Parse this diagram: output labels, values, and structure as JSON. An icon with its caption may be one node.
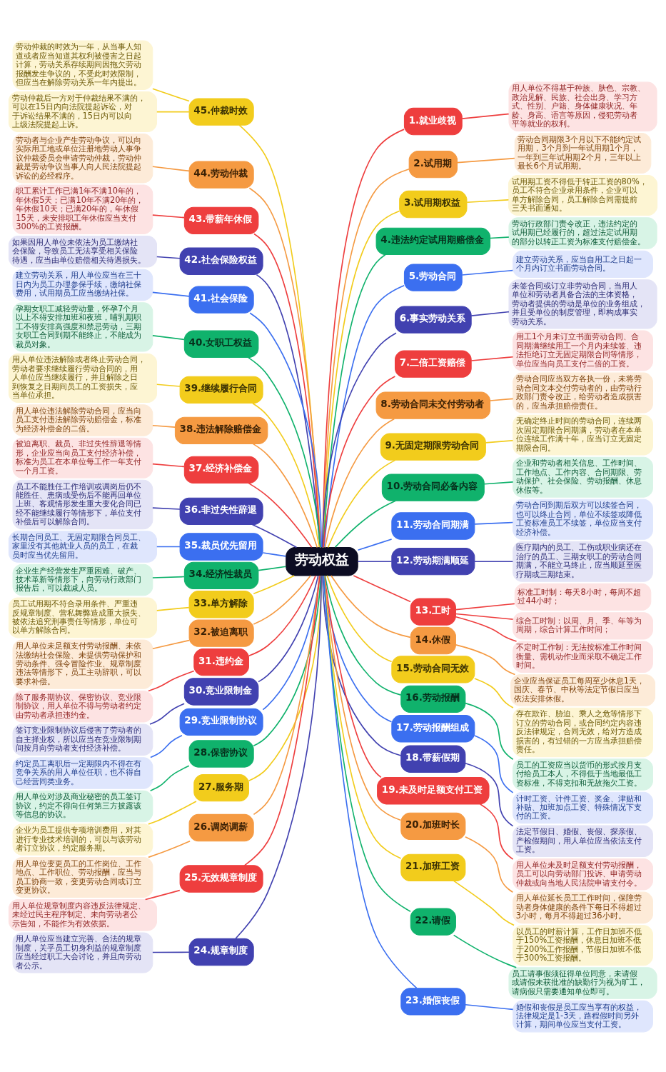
{
  "diagram": {
    "nodes": [
      {
        "text": [
          "劳动权益"
        ]
      },
      {
        "text": [
          "1.就业歧视"
        ]
      },
      {
        "text": [
          "用人单位不得基于种族、肤色、宗教、政治见解、民族、社会出身、学习方式、性别、户籍、身体健康状况、年龄、身高、语言等原因，侵犯劳动者平等就业的权利。"
        ]
      },
      {
        "text": [
          "2.试用期"
        ]
      },
      {
        "text": [
          "劳动合同期限3个月以下不能约定试用期，3个月到一年试用期1个月，一年到三年试用期2个月，三年以上最长6个月试用期。"
        ]
      },
      {
        "text": [
          "3.试用期权益"
        ]
      },
      {
        "text": [
          "试用期工资不得低于转正工资的80%，员工不符合企业录用条件，企业可以单方解除合同，员工解除合同需提前三天书面通知。"
        ]
      },
      {
        "text": [
          "4.违法约定试用期赔偿金"
        ]
      },
      {
        "text": [
          "劳动行政部门责令改正，违法约定的试用期已经履行的，超过法定试用期的部分以转正工资为标准支付赔偿金。"
        ]
      },
      {
        "text": [
          "5.劳动合同"
        ]
      },
      {
        "text": [
          "建立劳动关系，应当自用工之日起一个月内订立书面劳动合同。"
        ]
      },
      {
        "text": [
          "6.事实劳动关系"
        ]
      },
      {
        "text": [
          "未签合同或订立非劳动合同，当用人单位和劳动者具备合法的主体资格，劳动者提供的劳动是单位的业务组成，并且受单位的制度管理，即构成事实劳动关系。"
        ]
      },
      {
        "text": [
          "7.二倍工资赔偿"
        ]
      },
      {
        "text": [
          "用工1个月未订立书面劳动合同、合同期满继续用工一个月内未续签、违法拒绝订立无固定期限合同等情形，单位应当向员工支付二倍的工资。"
        ]
      },
      {
        "text": [
          "8.劳动合同未交付劳动者"
        ]
      },
      {
        "text": [
          "劳动合同应当双方各执一份，未将劳动合同文本交付劳动者的，由劳动行政部门责令改正，给劳动者造成损害的，应当承担赔偿责任。"
        ]
      },
      {
        "text": [
          "9.无固定期限劳动合同"
        ]
      },
      {
        "text": [
          "无确定终止时间的劳动合同，连续两次固定期限合同期满，劳动者在本单位连续工作满十年，应当订立无固定期限合同。"
        ]
      },
      {
        "text": [
          "10.劳动合同必备内容"
        ]
      },
      {
        "text": [
          "企业和劳动者相关信息、工作时间、工作地点、工作内容、合同期限、劳动保护、社会保险、劳动报酬、休息休假等。"
        ]
      },
      {
        "text": [
          "11.劳动合同期满"
        ]
      },
      {
        "text": [
          "劳动合同到期后双方可以续签合同，也可以终止合同，单位不续签或降低工资标准员工不续签，单位应当支付经济补偿。"
        ]
      },
      {
        "text": [
          "12.劳动期满顺延"
        ]
      },
      {
        "text": [
          "医疗期内的员工、工伤或职业病还在治疗的员工、三期女职工的劳动合同期满，不能立马终止，应当顺延至医疗期或三期结束。"
        ]
      },
      {
        "text": [
          "13.工时"
        ]
      },
      {
        "text": [
          "标准工时制：每天8小时，每周不超过44小时；"
        ]
      },
      {
        "text": [
          "综合工时制：以周、月、季、年等为周期，综合计算工作时间；"
        ]
      },
      {
        "text": [
          "不定时工作制：无法按标准工作时间衡量、需机动作业而采取不确定工作时间。"
        ]
      },
      {
        "text": [
          "14.休假"
        ]
      },
      {
        "text": [
          "企业应当保证员工每周至少休息1天，国庆、春节、中秋等法定节假日应当依法安排休假。"
        ]
      },
      {
        "text": [
          "15.劳动合同无效"
        ]
      },
      {
        "text": [
          "存在欺诈、胁迫、乘人之危等情形下订立的劳动合同，或合同约定内容违反法律规定，合同无效，给对方造成损害的，有过错的一方应当承担赔偿责任。"
        ]
      },
      {
        "text": [
          "16.劳动报酬"
        ]
      },
      {
        "text": [
          "员工的工资应当以货币的形式按月支付给员工本人，不得低于当地最低工资标准，不得克扣和无故拖欠工资。"
        ]
      },
      {
        "text": [
          "17.劳动报酬组成"
        ]
      },
      {
        "text": [
          "计时工资、计件工资、奖金、津贴和补贴、加班加点工资、特殊情况下支付的工资。"
        ]
      },
      {
        "text": [
          "18.带薪假期"
        ]
      },
      {
        "text": [
          "法定节假日、婚假、丧假、探亲假、产检假期间，用人单位应当依法支付工资。"
        ]
      },
      {
        "text": [
          "19.未及时足额支付工资"
        ]
      },
      {
        "text": [
          "用人单位未及时足额支付劳动报酬，员工可以向劳动部门投诉、申请劳动仲裁或向当地人民法院申请支付令。"
        ]
      },
      {
        "text": [
          "20.加班时长"
        ]
      },
      {
        "text": [
          "用人单位延长员工工作时间，保障劳动者身体健康的条件下每日不得超过3小时，每月不得超过36小时。"
        ]
      },
      {
        "text": [
          "21.加班工资"
        ]
      },
      {
        "text": [
          "以员工的时薪计算，工作日加班不低于150%工资报酬，休息日加班不低于200%工作报酬，节假日加班不低于300%工资报酬。"
        ]
      },
      {
        "text": [
          "22.请假"
        ]
      },
      {
        "text": [
          "员工请事假须征得单位同意，未请假或请假未获批准的缺勤行为视为旷工，请病假只需要通知单位即可。"
        ]
      },
      {
        "text": [
          "23.婚假丧假"
        ]
      },
      {
        "text": [
          "婚假和丧假是员工应当享有的权益，法律规定是1-3天，路程假时间另外计算，期间单位应当支付工资。"
        ]
      },
      {
        "text": [
          "24.规章制度"
        ]
      },
      {
        "text": [
          "用人单位应当建立完善、合法的规章制度，关乎员工切身利益的规章制度应当经过职工大会讨论，并且向劳动者公示。"
        ]
      },
      {
        "text": [
          "25.无效规章制度"
        ]
      },
      {
        "text": [
          "用人单位规章制度内容违反法律规定、未经过民主程序制定、未向劳动者公示告知，不能作为有效依据。"
        ]
      },
      {
        "text": [
          "26.调岗调薪"
        ]
      },
      {
        "text": [
          "用人单位变更员工的工作岗位、工作地点、工作职位、劳动报酬，应当与员工协商一致，变更劳动合同或订立变更协议。"
        ]
      },
      {
        "text": [
          "27.服务期"
        ]
      },
      {
        "text": [
          "企业为员工提供专项培训费用，对其进行专业技术培训的，可以与该劳动者订立协议，约定服务期。"
        ]
      },
      {
        "text": [
          "28.保密协议"
        ]
      },
      {
        "text": [
          "用人单位对涉及商业秘密的员工签订协议，约定不得向任何第三方披露该等信息的协议。"
        ]
      },
      {
        "text": [
          "29.竞业限制协议"
        ]
      },
      {
        "text": [
          "约定员工离职后一定期限内不得在有竞争关系的用人单位任职，也不得自己经营同类业务。"
        ]
      },
      {
        "text": [
          "30.竞业限制金"
        ]
      },
      {
        "text": [
          "签订竞业限制协议后侵害了劳动者的自主择业权，所以应当在竞业限制期间按月向劳动者支付经济补偿。"
        ]
      },
      {
        "text": [
          "31.违约金"
        ]
      },
      {
        "text": [
          "除了服务期协议、保密协议、竞业限制协议，用人单位不得与劳动者约定由劳动者承担违约金。"
        ]
      },
      {
        "text": [
          "32.被迫离职"
        ]
      },
      {
        "text": [
          "用人单位未足额支付劳动报酬、未依法缴纳社会保险、未提供劳动保护和劳动条件、强令冒险作业、规章制度违法等情形下，员工主动辞职，可以要求补偿。"
        ]
      },
      {
        "text": [
          "33.单方解除"
        ]
      },
      {
        "text": [
          "员工试用期不符合录用条件、严重违反规章制度、营私舞弊造成重大损失、被依法追究刑事责任等情形，单位可以单方解除合同。"
        ]
      },
      {
        "text": [
          "34.经济性裁员"
        ]
      },
      {
        "text": [
          "企业生产经营发生严重困难、破产、技术革新等情形下，向劳动行政部门报告后，可以裁减人员。"
        ]
      },
      {
        "text": [
          "35.裁员优先留用"
        ]
      },
      {
        "text": [
          "长期合同员工、无固定期限合同员工、家里没有其他就业人员的员工，在裁员时应当优先留用。"
        ]
      },
      {
        "text": [
          "36.非过失性辞退"
        ]
      },
      {
        "text": [
          "员工不能胜任工作培训或调岗后仍不能胜任、患病或受伤后不能再回单位上班、客观情形发生重大变化合同已经不能继续履行等情形下，单位支付补偿后可以解除合同。"
        ]
      },
      {
        "text": [
          "37.经济补偿金"
        ]
      },
      {
        "text": [
          "被迫离职、裁员、非过失性辞退等情形，企业应当向员工支付经济补偿，标准为员工在本单位每工作一年支付一个月工资。"
        ]
      },
      {
        "text": [
          "38.违法解除赔偿金"
        ]
      },
      {
        "text": [
          "用人单位违法解除劳动合同，应当向员工支付违法解除劳动赔偿金，标准为经济补偿金的二倍。"
        ]
      },
      {
        "text": [
          "39.继续履行合同"
        ]
      },
      {
        "text": [
          "用人单位违法解除或者终止劳动合同，劳动者要求继续履行劳动合同的，用人单位应当继续履行，并且解除之日到恢复之日期间员工的工资损失，应当单位承担。"
        ]
      },
      {
        "text": [
          "40.女职工权益"
        ]
      },
      {
        "text": [
          "孕期女职工减轻劳动量，怀孕7个月以上不得安排加班和夜班，哺乳期职工不得安排高强度和禁忌劳动，三期女职工合同到期不能终止，不能成为裁员对象。"
        ]
      },
      {
        "text": [
          "41.社会保险"
        ]
      },
      {
        "text": [
          "建立劳动关系，用人单位应当在三十日内为员工办理参保手续，缴纳社保费用，试用期员工应当缴纳社保。"
        ]
      },
      {
        "text": [
          "42.社会保险权益"
        ]
      },
      {
        "text": [
          "如果因用人单位未依法为员工缴纳社会保险，导致员工无法享受相关保险待遇，应当由单位赔偿相关待遇损失。"
        ]
      },
      {
        "text": [
          "43.带薪年休假"
        ]
      },
      {
        "text": [
          "职工累计工作已满1年不满10年的，年休假5天；已满10年不满20年的，年休假10天；已满20年的，年休假15天，未安排职工年休假应当支付300%的工资报酬。"
        ]
      },
      {
        "text": [
          "44.劳动仲裁"
        ]
      },
      {
        "text": [
          "劳动者与企业产生劳动争议，可以向实际用工地或单位注册地劳动人事争议仲裁委员会申请劳动仲裁，劳动仲裁是劳动争议当事人向人民法院提起诉讼的必经程序。"
        ]
      },
      {
        "text": [
          "45.仲裁时效"
        ]
      },
      {
        "text": [
          "劳动仲裁的时效为一年，从当事人知道或者应当知道其权利被侵害之日起计算，劳动关系存续期间因拖欠劳动报酬发生争议的，不受此时效限制，但应当在解除劳动关系一年内提出。"
        ]
      },
      {
        "text": [
          "劳动仲裁后一方对于仲裁结果不满的，可以在15日内向法院提起诉讼，对于诉讼结果不满的，15日内可以向上级法院提起上诉。"
        ]
      }
    ],
    "edges": [
      {
        "from": 0,
        "to": 1,
        "arrow": "none",
        "color": "#ee3e3e"
      },
      {
        "from": 1,
        "to": 2,
        "arrow": "none",
        "color": "#ee3e3e"
      },
      {
        "from": 0,
        "to": 3,
        "arrow": "none",
        "color": "#f59a42"
      },
      {
        "from": 3,
        "to": 4,
        "arrow": "none",
        "color": "#f59a42"
      },
      {
        "from": 0,
        "to": 5,
        "arrow": "none",
        "color": "#f2cc1c"
      },
      {
        "from": 5,
        "to": 6,
        "arrow": "none",
        "color": "#f2cc1c"
      },
      {
        "from": 0,
        "to": 7,
        "arrow": "none",
        "color": "#10b26c"
      },
      {
        "from": 7,
        "to": 8,
        "arrow": "none",
        "color": "#10b26c"
      },
      {
        "from": 0,
        "to": 9,
        "arrow": "none",
        "color": "#3b6ff0"
      },
      {
        "from": 9,
        "to": 10,
        "arrow": "none",
        "color": "#3b6ff0"
      },
      {
        "from": 0,
        "to": 11,
        "arrow": "none",
        "color": "#4141b0"
      },
      {
        "from": 11,
        "to": 12,
        "arrow": "none",
        "color": "#4141b0"
      },
      {
        "from": 0,
        "to": 13,
        "arrow": "none",
        "color": "#ee3e3e"
      },
      {
        "from": 13,
        "to": 14,
        "arrow": "none",
        "color": "#ee3e3e"
      },
      {
        "from": 0,
        "to": 15,
        "arrow": "none",
        "color": "#f59a42"
      },
      {
        "from": 15,
        "to": 16,
        "arrow": "none",
        "color": "#f59a42"
      },
      {
        "from": 0,
        "to": 17,
        "arrow": "none",
        "color": "#f2cc1c"
      },
      {
        "from": 17,
        "to": 18,
        "arrow": "none",
        "color": "#f2cc1c"
      },
      {
        "from": 0,
        "to": 19,
        "arrow": "none",
        "color": "#10b26c"
      },
      {
        "from": 19,
        "to": 20,
        "arrow": "none",
        "color": "#10b26c"
      },
      {
        "from": 0,
        "to": 21,
        "arrow": "none",
        "color": "#3b6ff0"
      },
      {
        "from": 21,
        "to": 22,
        "arrow": "none",
        "color": "#3b6ff0"
      },
      {
        "from": 0,
        "to": 23,
        "arrow": "none",
        "color": "#4141b0"
      },
      {
        "from": 23,
        "to": 24,
        "arrow": "none",
        "color": "#4141b0"
      },
      {
        "from": 0,
        "to": 25,
        "arrow": "none",
        "color": "#ee3e3e"
      },
      {
        "from": 25,
        "to": 26,
        "arrow": "none",
        "color": "#ee3e3e"
      },
      {
        "from": 25,
        "to": 27,
        "arrow": "none",
        "color": "#ee3e3e"
      },
      {
        "from": 25,
        "to": 28,
        "arrow": "none",
        "color": "#ee3e3e"
      },
      {
        "from": 0,
        "to": 29,
        "arrow": "none",
        "color": "#f59a42"
      },
      {
        "from": 29,
        "to": 30,
        "arrow": "none",
        "color": "#f59a42"
      },
      {
        "from": 0,
        "to": 31,
        "arrow": "none",
        "color": "#f2cc1c"
      },
      {
        "from": 31,
        "to": 32,
        "arrow": "none",
        "color": "#f2cc1c"
      },
      {
        "from": 0,
        "to": 33,
        "arrow": "none",
        "color": "#10b26c"
      },
      {
        "from": 33,
        "to": 34,
        "arrow": "none",
        "color": "#10b26c"
      },
      {
        "from": 0,
        "to": 35,
        "arrow": "none",
        "color": "#3b6ff0"
      },
      {
        "from": 35,
        "to": 36,
        "arrow": "none",
        "color": "#3b6ff0"
      },
      {
        "from": 0,
        "to": 37,
        "arrow": "none",
        "color": "#4141b0"
      },
      {
        "from": 37,
        "to": 38,
        "arrow": "none",
        "color": "#4141b0"
      },
      {
        "from": 0,
        "to": 39,
        "arrow": "none",
        "color": "#ee3e3e"
      },
      {
        "from": 39,
        "to": 40,
        "arrow": "none",
        "color": "#ee3e3e"
      },
      {
        "from": 0,
        "to": 41,
        "arrow": "none",
        "color": "#f59a42"
      },
      {
        "from": 41,
        "to": 42,
        "arrow": "none",
        "color": "#f59a42"
      },
      {
        "from": 0,
        "to": 43,
        "arrow": "none",
        "color": "#f2cc1c"
      },
      {
        "from": 43,
        "to": 44,
        "arrow": "none",
        "color": "#f2cc1c"
      },
      {
        "from": 0,
        "to": 45,
        "arrow": "none",
        "color": "#10b26c"
      },
      {
        "from": 45,
        "to": 46,
        "arrow": "none",
        "color": "#10b26c"
      },
      {
        "from": 0,
        "to": 47,
        "arrow": "none",
        "color": "#3b6ff0"
      },
      {
        "from": 47,
        "to": 48,
        "arrow": "none",
        "color": "#3b6ff0"
      },
      {
        "from": 92,
        "to": 91,
        "arrow": "none",
        "color": "#f2cc1c"
      },
      {
        "from": 93,
        "to": 91,
        "arrow": "none",
        "color": "#f2cc1c"
      },
      {
        "from": 91,
        "to": 0,
        "arrow": "none",
        "color": "#f2cc1c"
      },
      {
        "from": 90,
        "to": 89,
        "arrow": "none",
        "color": "#f59a42"
      },
      {
        "from": 89,
        "to": 0,
        "arrow": "none",
        "color": "#f59a42"
      },
      {
        "from": 88,
        "to": 87,
        "arrow": "none",
        "color": "#ee3e3e"
      },
      {
        "from": 87,
        "to": 0,
        "arrow": "none",
        "color": "#ee3e3e"
      },
      {
        "from": 86,
        "to": 85,
        "arrow": "none",
        "color": "#4141b0"
      },
      {
        "from": 85,
        "to": 0,
        "arrow": "none",
        "color": "#4141b0"
      },
      {
        "from": 84,
        "to": 83,
        "arrow": "none",
        "color": "#3b6ff0"
      },
      {
        "from": 83,
        "to": 0,
        "arrow": "none",
        "color": "#3b6ff0"
      },
      {
        "from": 82,
        "to": 81,
        "arrow": "none",
        "color": "#10b26c"
      },
      {
        "from": 81,
        "to": 0,
        "arrow": "none",
        "color": "#10b26c"
      },
      {
        "from": 80,
        "to": 79,
        "arrow": "none",
        "color": "#f2cc1c"
      },
      {
        "from": 79,
        "to": 0,
        "arrow": "none",
        "color": "#f2cc1c"
      },
      {
        "from": 78,
        "to": 77,
        "arrow": "none",
        "color": "#f59a42"
      },
      {
        "from": 77,
        "to": 0,
        "arrow": "none",
        "color": "#f59a42"
      },
      {
        "from": 76,
        "to": 75,
        "arrow": "none",
        "color": "#ee3e3e"
      },
      {
        "from": 75,
        "to": 0,
        "arrow": "none",
        "color": "#ee3e3e"
      },
      {
        "from": 74,
        "to": 73,
        "arrow": "none",
        "color": "#4141b0"
      },
      {
        "from": 73,
        "to": 0,
        "arrow": "none",
        "color": "#4141b0"
      },
      {
        "from": 72,
        "to": 71,
        "arrow": "none",
        "color": "#3b6ff0"
      },
      {
        "from": 71,
        "to": 0,
        "arrow": "none",
        "color": "#3b6ff0"
      },
      {
        "from": 70,
        "to": 69,
        "arrow": "none",
        "color": "#10b26c"
      },
      {
        "from": 69,
        "to": 0,
        "arrow": "none",
        "color": "#10b26c"
      },
      {
        "from": 68,
        "to": 67,
        "arrow": "none",
        "color": "#f2cc1c"
      },
      {
        "from": 67,
        "to": 0,
        "arrow": "none",
        "color": "#f2cc1c"
      },
      {
        "from": 66,
        "to": 65,
        "arrow": "none",
        "color": "#f59a42"
      },
      {
        "from": 65,
        "to": 0,
        "arrow": "none",
        "color": "#f59a42"
      },
      {
        "from": 64,
        "to": 63,
        "arrow": "none",
        "color": "#ee3e3e"
      },
      {
        "from": 63,
        "to": 0,
        "arrow": "none",
        "color": "#ee3e3e"
      },
      {
        "from": 62,
        "to": 61,
        "arrow": "none",
        "color": "#4141b0"
      },
      {
        "from": 61,
        "to": 0,
        "arrow": "none",
        "color": "#4141b0"
      },
      {
        "from": 60,
        "to": 59,
        "arrow": "none",
        "color": "#3b6ff0"
      },
      {
        "from": 59,
        "to": 0,
        "arrow": "none",
        "color": "#3b6ff0"
      },
      {
        "from": 58,
        "to": 57,
        "arrow": "none",
        "color": "#10b26c"
      },
      {
        "from": 57,
        "to": 0,
        "arrow": "none",
        "color": "#10b26c"
      },
      {
        "from": 56,
        "to": 55,
        "arrow": "none",
        "color": "#f2cc1c"
      },
      {
        "from": 55,
        "to": 0,
        "arrow": "none",
        "color": "#f2cc1c"
      },
      {
        "from": 54,
        "to": 53,
        "arrow": "none",
        "color": "#f59a42"
      },
      {
        "from": 53,
        "to": 0,
        "arrow": "none",
        "color": "#f59a42"
      },
      {
        "from": 52,
        "to": 51,
        "arrow": "none",
        "color": "#ee3e3e"
      },
      {
        "from": 51,
        "to": 0,
        "arrow": "none",
        "color": "#ee3e3e"
      },
      {
        "from": 50,
        "to": 49,
        "arrow": "none",
        "color": "#4141b0"
      },
      {
        "from": 49,
        "to": 0,
        "arrow": "none",
        "color": "#4141b0"
      }
    ]
  }
}
